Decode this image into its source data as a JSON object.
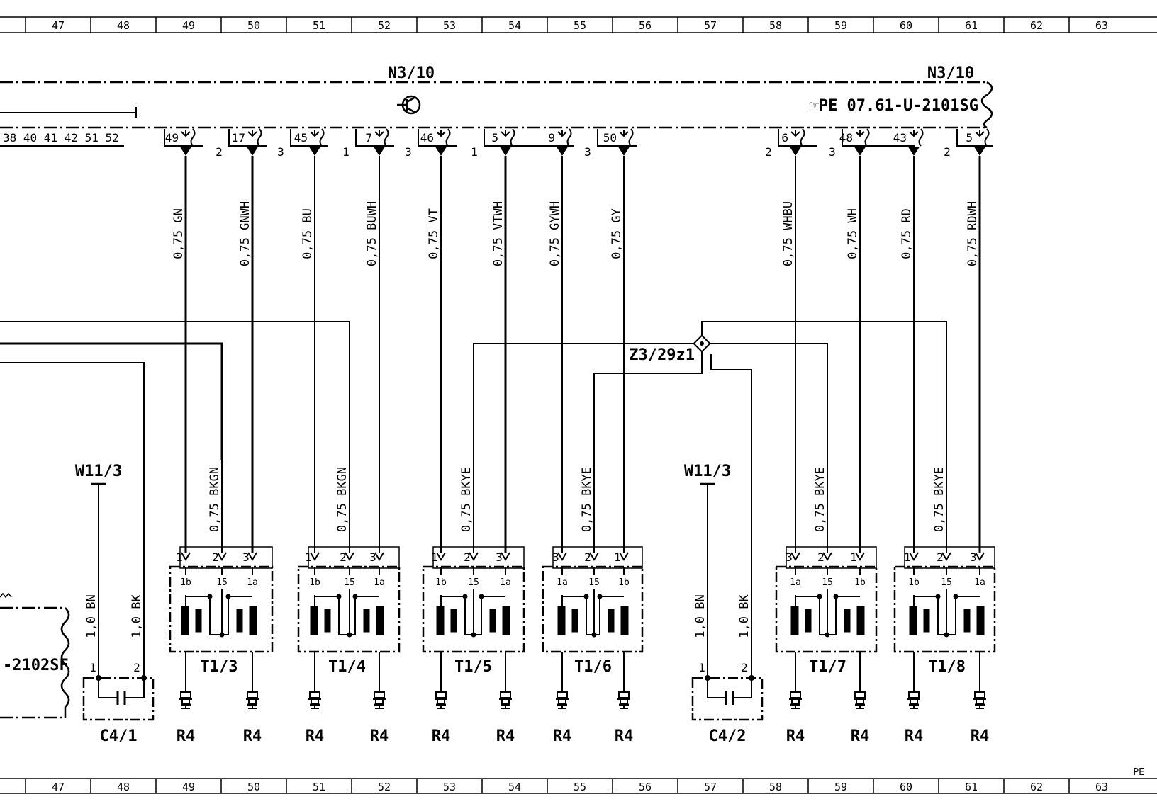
{
  "ruler": {
    "numbers": [
      "47",
      "48",
      "49",
      "50",
      "51",
      "52",
      "53",
      "54",
      "55",
      "56",
      "57",
      "58",
      "59",
      "60",
      "61",
      "62",
      "63"
    ],
    "page_note": "PE"
  },
  "module": {
    "left_label": "N3/10",
    "right_label": "N3/10",
    "reference": "☞PE 07.61-U-2101SG",
    "left_pins": "38  40  41  42  51  52"
  },
  "partial_module_ref": "-2102SF",
  "connector_groups": [
    {
      "pins": [
        "49"
      ],
      "prefix": ""
    },
    {
      "pins": [
        "17"
      ],
      "prefix": "2"
    },
    {
      "pins": [
        "45"
      ],
      "prefix": "3"
    },
    {
      "pins": [
        "7"
      ],
      "prefix": "1"
    },
    {
      "pins": [
        "46"
      ],
      "prefix": "3"
    },
    {
      "pins": [
        "5",
        "9"
      ],
      "prefix": "1"
    },
    {
      "pins": [
        "50"
      ],
      "prefix": "3"
    },
    {
      "pins": [
        "6"
      ],
      "prefix": "2"
    },
    {
      "pins": [
        "48"
      ],
      "prefix": "3"
    },
    {
      "pins": [
        "43"
      ],
      "prefix": ""
    },
    {
      "pins": [
        "5"
      ],
      "prefix": "2"
    }
  ],
  "wires": [
    "0,75 GN",
    "0,75 GNWH",
    "0,75 BU",
    "0,75 BUWH",
    "0,75 VT",
    "0,75 VTWH",
    "0,75 GYWH",
    "0,75 GY",
    "0,75 WHBU",
    "0,75 WH",
    "0,75 RD",
    "0,75 RDWH"
  ],
  "ground_wires": [
    "0,75 BKGN",
    "0,75 BKGN",
    "0,75 BKYE",
    "0,75 BKYE",
    "0,75 BKYE",
    "0,75 BKYE"
  ],
  "splice": "Z3/29z1",
  "w11_label": "W11/3",
  "antenna_wires": [
    "1,0 BN",
    "1,0 BK"
  ],
  "capacitors": [
    {
      "label": "C4/1",
      "pins": [
        "1",
        "2"
      ]
    },
    {
      "label": "C4/2",
      "pins": [
        "1",
        "2"
      ]
    }
  ],
  "transformers": [
    {
      "label": "T1/3",
      "pins": [
        "1",
        "2",
        "3"
      ],
      "taps": [
        "1b",
        "15",
        "1a"
      ]
    },
    {
      "label": "T1/4",
      "pins": [
        "1",
        "2",
        "3"
      ],
      "taps": [
        "1b",
        "15",
        "1a"
      ]
    },
    {
      "label": "T1/5",
      "pins": [
        "1",
        "2",
        "3"
      ],
      "taps": [
        "1b",
        "15",
        "1a"
      ]
    },
    {
      "label": "T1/6",
      "pins": [
        "3",
        "2",
        "1"
      ],
      "taps": [
        "1a",
        "15",
        "1b"
      ]
    },
    {
      "label": "T1/7",
      "pins": [
        "3",
        "2",
        "1"
      ],
      "taps": [
        "1a",
        "15",
        "1b"
      ]
    },
    {
      "label": "T1/8",
      "pins": [
        "1",
        "2",
        "3"
      ],
      "taps": [
        "1b",
        "15",
        "1a"
      ]
    }
  ],
  "spark_plug_label": "R4"
}
